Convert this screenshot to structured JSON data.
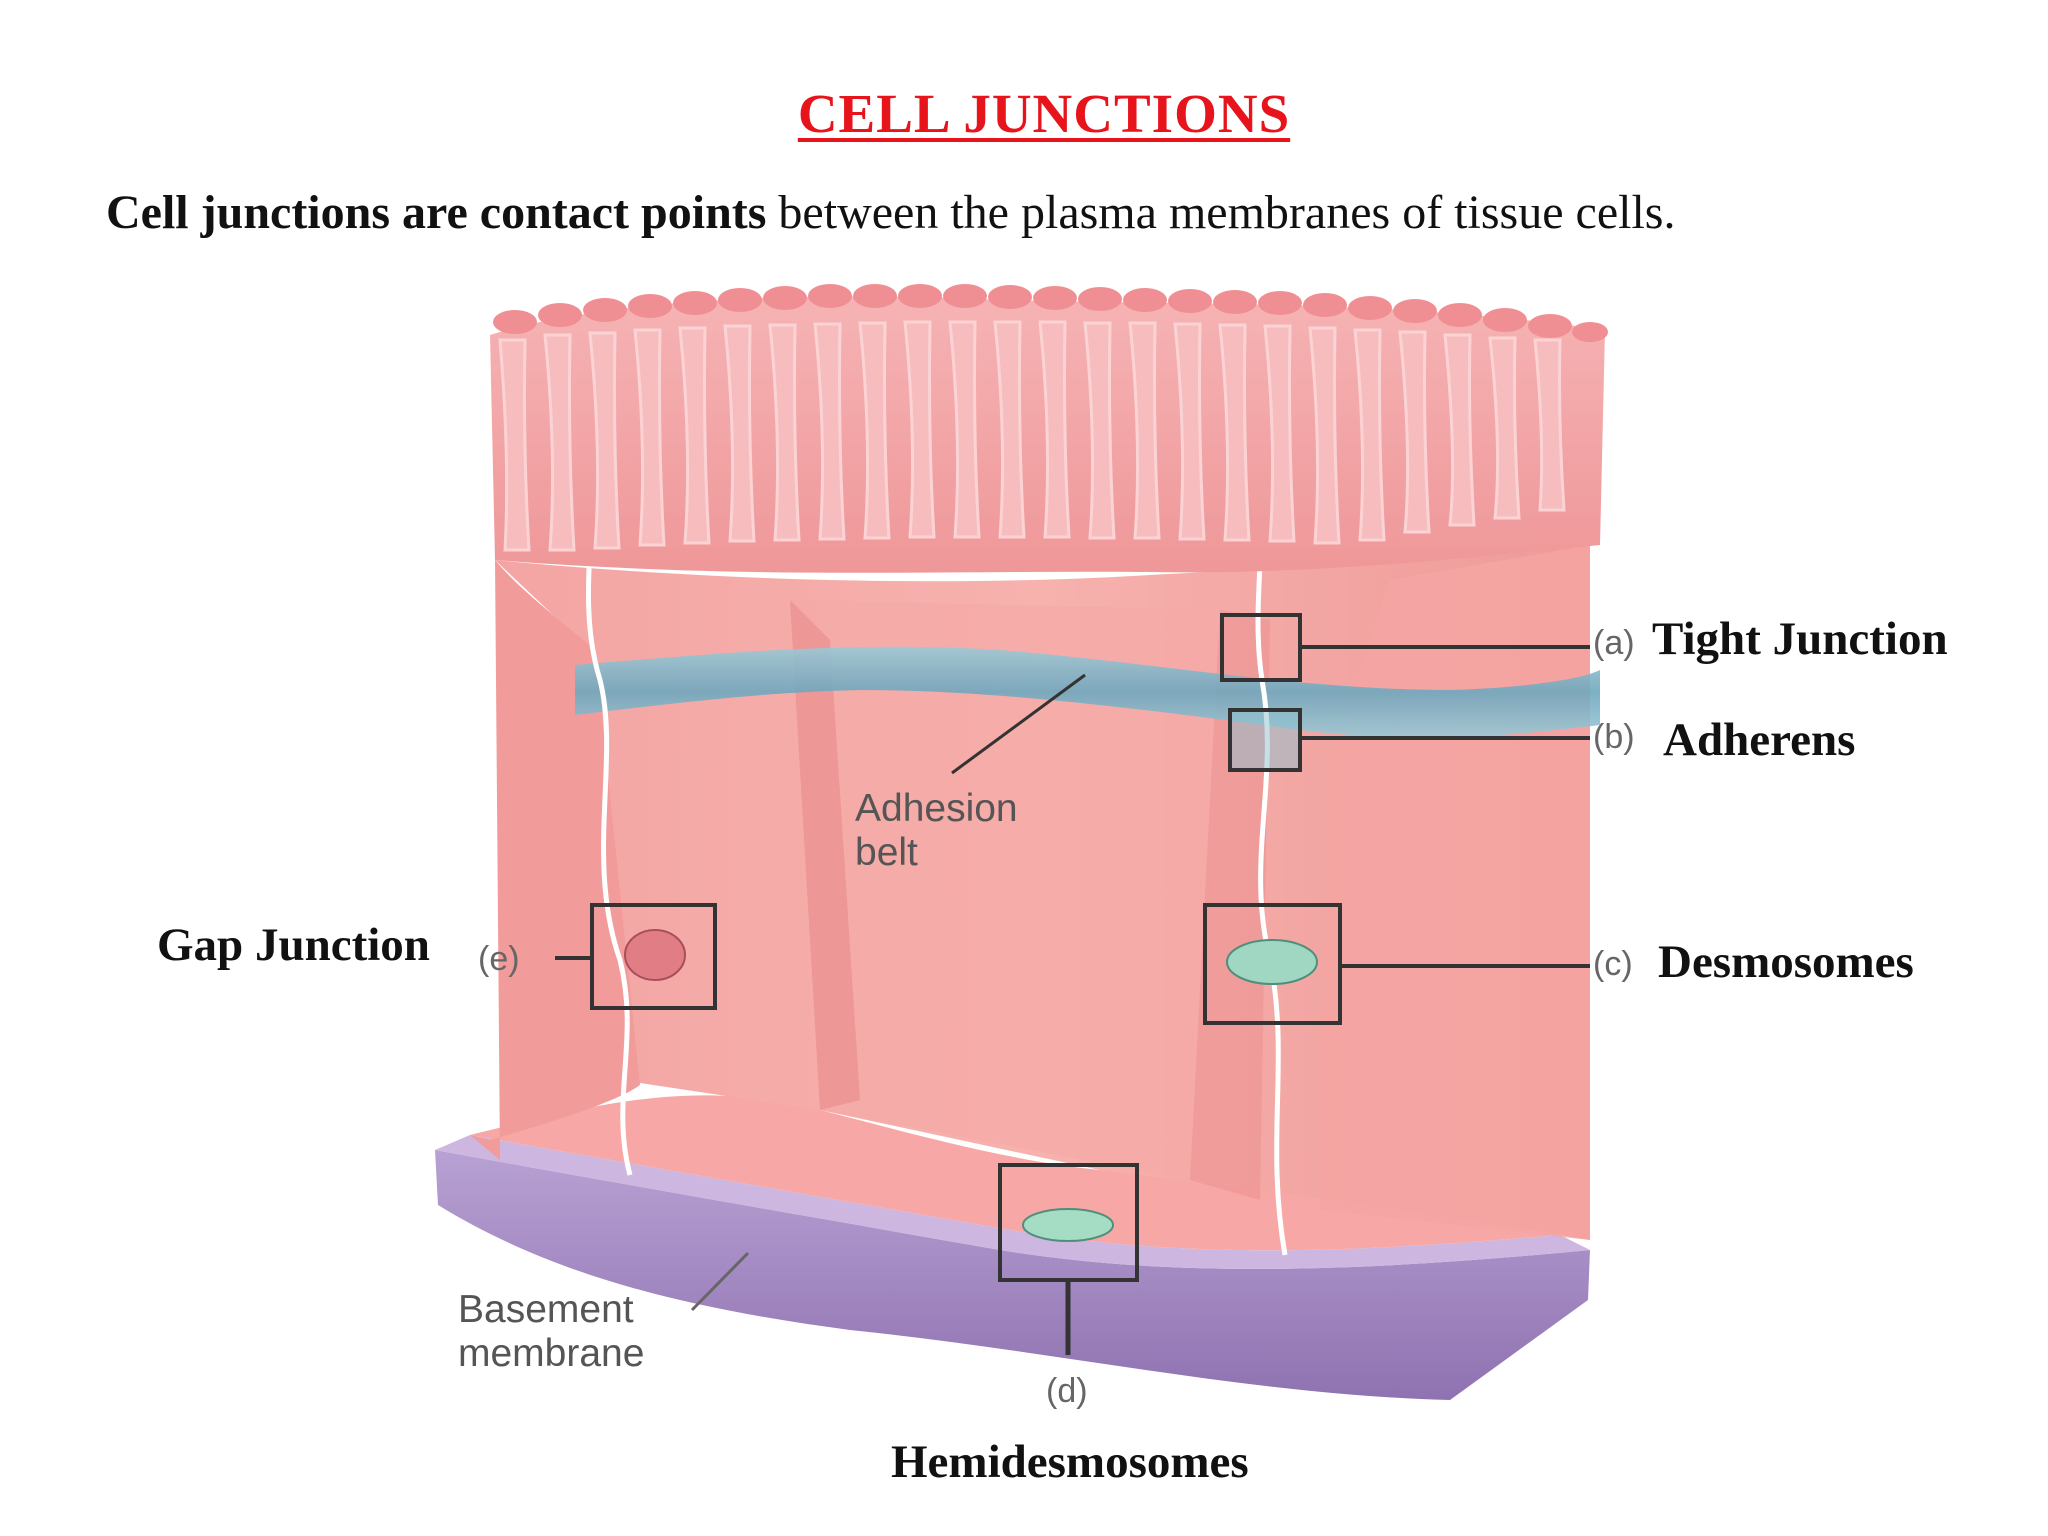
{
  "title": "CELL  JUNCTIONS",
  "intro": {
    "bold": "Cell junctions are contact points",
    "rest": " between the plasma membranes of tissue cells."
  },
  "labels": {
    "tight": {
      "letter": "(a)",
      "name": "Tight Junction"
    },
    "adherens": {
      "letter": "(b)",
      "name": "Adherens"
    },
    "desmosomes": {
      "letter": "(c)",
      "name": "Desmosomes"
    },
    "hemidesmosomes": {
      "letter": "(d)",
      "name": "Hemidesmosomes"
    },
    "gap": {
      "letter": "(e)",
      "name": "Gap Junction"
    }
  },
  "diagram_text": {
    "adhesion_belt": [
      "Adhesion",
      "belt"
    ],
    "basement_membrane": [
      "Basement",
      "membrane"
    ]
  },
  "colors": {
    "title": "#e8141b",
    "cell": "#f4a3a0",
    "cell_dark": "#e47f82",
    "microvilli": "#f2aeb1",
    "adhesion_belt": "#7fb7c9",
    "basement": "#a98cc4"
  }
}
